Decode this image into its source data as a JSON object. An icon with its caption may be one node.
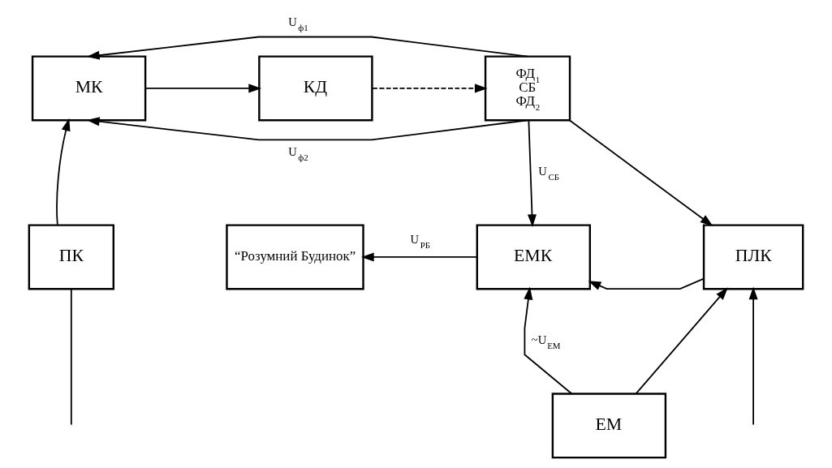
{
  "diagram": {
    "nodes": [
      {
        "text": [
          "МК"
        ]
      },
      {
        "text": [
          "КД"
        ]
      },
      {
        "text": [
          "ФД$_{1}$",
          "СБ",
          "ФД$_{2}$"
        ]
      },
      {
        "text": [
          "ПК"
        ]
      },
      {
        "text": [
          "“Розумний Будинок”"
        ]
      },
      {
        "text": [
          "ЕМК"
        ]
      },
      {
        "text": [
          "ПЛК"
        ]
      },
      {
        "text": [
          "ЕМ"
        ]
      }
    ],
    "edges": [
      {
        "from": 0,
        "to": 1,
        "arrow": "to"
      },
      {
        "from": 1,
        "to": 2,
        "arrow": "to",
        "style": "dashed"
      },
      {
        "from": 2,
        "to": 0,
        "arrow": "to",
        "label": "U$_{ф1}$"
      },
      {
        "from": 2,
        "to": 0,
        "arrow": "to",
        "label": "U$_{ф2}$"
      },
      {
        "from": 3,
        "to": 0,
        "arrow": "to"
      },
      {
        "from": 2,
        "to": 5,
        "arrow": "to",
        "label": "U$_{СБ}$"
      },
      {
        "from": 2,
        "to": 6,
        "arrow": "to"
      },
      {
        "from": 5,
        "to": 4,
        "arrow": "to",
        "label": "U$_{РБ}$"
      },
      {
        "from": 6,
        "to": 5,
        "arrow": "to"
      },
      {
        "from": 7,
        "to": 5,
        "arrow": "to",
        "label": "~U$_{ЕМ}$"
      },
      {
        "from": 7,
        "to": 6,
        "arrow": "to"
      },
      {
        "from": 3,
        "to": null,
        "arrow": "none"
      },
      {
        "from": null,
        "to": 6,
        "arrow": "to"
      }
    ]
  }
}
